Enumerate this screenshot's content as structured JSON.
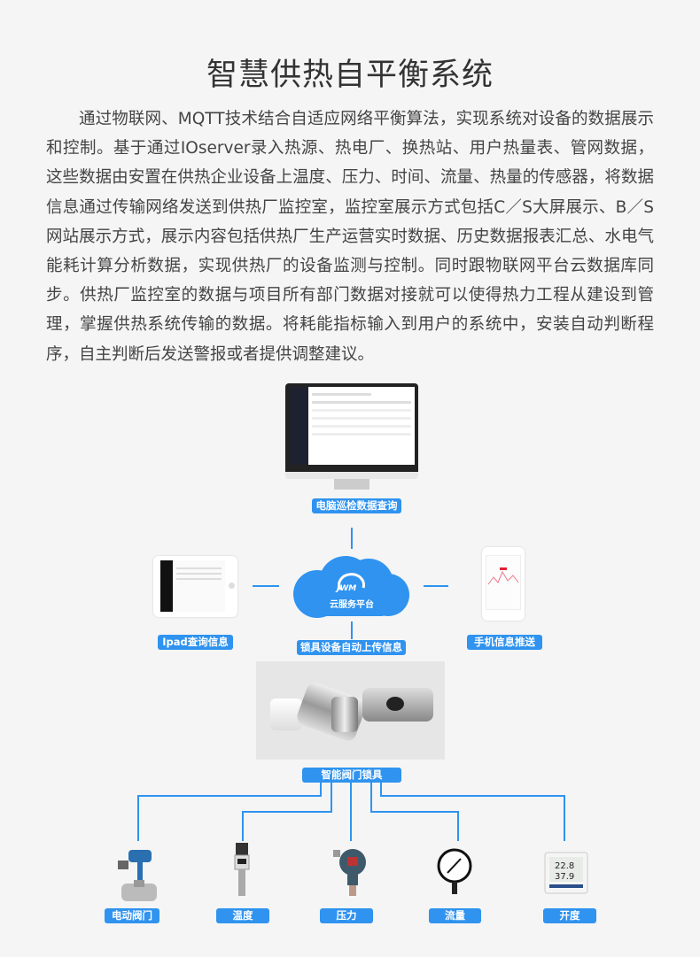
{
  "title": "智慧供热自平衡系统",
  "intro": "通过物联网、MQTT技术结合自适应网络平衡算法，实现系统对设备的数据展示和控制。基于通过IOserver录入热源、热电厂、换热站、用户热量表、管网数据，这些数据由安置在供热企业设备上温度、压力、时间、流量、热量的传感器，将数据信息通过传输网络发送到供热厂监控室，监控室展示方式包括C／S大屏展示、B／S网站展示方式，展示内容包括供热厂生产运营实时数据、历史数据报表汇总、水电气能耗计算分析数据，实现供热厂的设备监测与控制。同时跟物联网平台云数据库同步。供热厂监控室的数据与项目所有部门数据对接就可以使得热力工程从建设到管理，掌握供热系统传输的数据。将耗能指标输入到用户的系统中，安装自动判断程序，自主判断后发送警报或者提供调整建议。",
  "diagram": {
    "pc_label": "电脑巡检数据查询",
    "ipad_label": "Ipad查询信息",
    "phone_label": "手机信息推送",
    "cloud_label": "云服务平台",
    "cloud_logo": "JWM",
    "upload_label": "锁具设备自动上传信息",
    "lock_label": "智能阀门锁具",
    "phone_temp1": "22.8",
    "phone_temp2": "37.9",
    "devices": [
      "电动阀门",
      "温度",
      "压力",
      "流量",
      "开度"
    ]
  },
  "colors": {
    "accent": "#2f93ef",
    "background": "#f5f5f5"
  }
}
